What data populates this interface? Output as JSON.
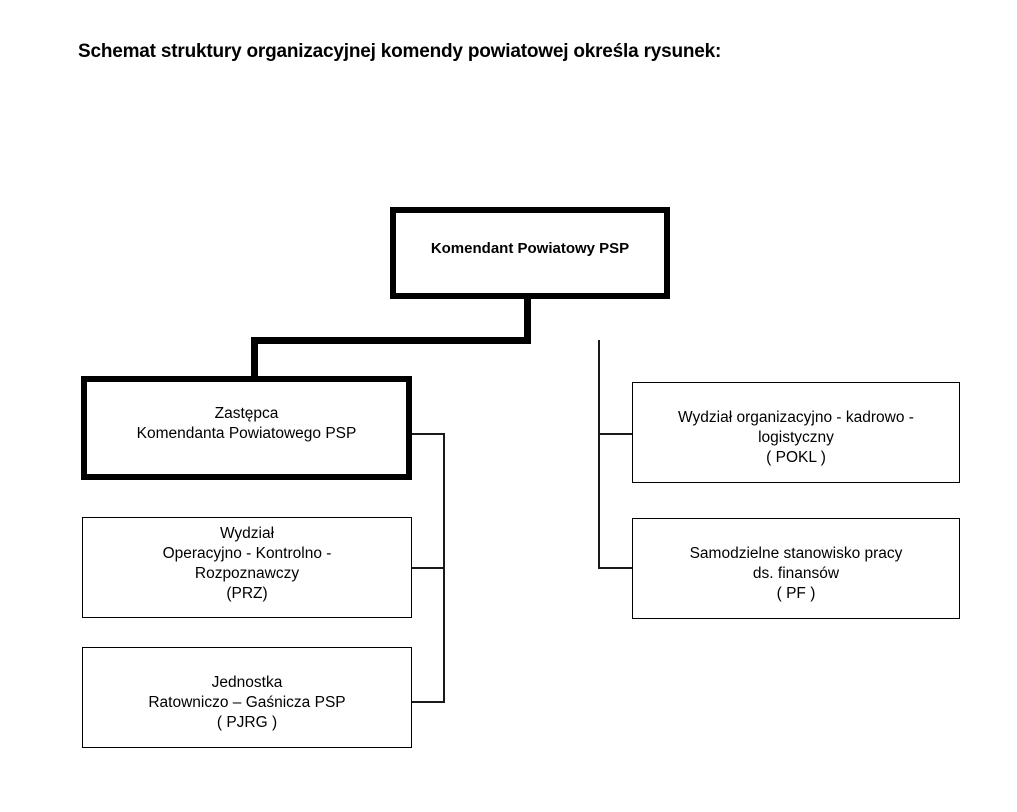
{
  "page": {
    "heading": "Schemat struktury organizacyjnej komendy powiatowej określa rysunek:",
    "background_color": "#ffffff",
    "line_color": "#000000",
    "text_color": "#000000"
  },
  "chart_data": {
    "type": "diagram",
    "diagram_kind": "organizational-chart",
    "title": "Schemat struktury organizacyjnej komendy powiatowej określa rysunek:",
    "nodes": [
      {
        "id": "komendant",
        "label": "Komendant Powiatowy PSP",
        "lines": [
          "Komendant Powiatowy PSP"
        ],
        "level": 0,
        "border": "thick",
        "bold": true
      },
      {
        "id": "zastepca",
        "label": "Zastępca Komendanta Powiatowego PSP",
        "lines": [
          "Zastępca",
          "Komendanta Powiatowego PSP"
        ],
        "level": 1,
        "border": "thick",
        "bold": false
      },
      {
        "id": "pokl",
        "label": "Wydział organizacyjno - kadrowo - logistyczny ( POKL )",
        "lines": [
          "Wydział organizacyjno - kadrowo -",
          "logistyczny",
          "( POKL )"
        ],
        "level": 1,
        "border": "thin",
        "bold": false,
        "abbreviation": "POKL"
      },
      {
        "id": "pf",
        "label": "Samodzielne stanowisko pracy ds. finansów ( PF )",
        "lines": [
          "Samodzielne stanowisko pracy",
          "ds. finansów",
          "( PF )"
        ],
        "level": 1,
        "border": "thin",
        "bold": false,
        "abbreviation": "PF"
      },
      {
        "id": "prz",
        "label": "Wydział Operacyjno - Kontrolno - Rozpoznawczy (PRZ)",
        "lines": [
          "Wydział",
          "Operacyjno - Kontrolno -",
          "Rozpoznawczy",
          "(PRZ)"
        ],
        "level": 2,
        "border": "thin",
        "bold": false,
        "abbreviation": "PRZ"
      },
      {
        "id": "pjrg",
        "label": "Jednostka Ratowniczo – Gaśnicza PSP ( PJRG )",
        "lines": [
          "Jednostka",
          "Ratowniczo – Gaśnicza PSP",
          "( PJRG )"
        ],
        "level": 2,
        "border": "thin",
        "bold": false,
        "abbreviation": "PJRG"
      }
    ],
    "edges": [
      {
        "from": "komendant",
        "to": "zastepca",
        "style": "thick"
      },
      {
        "from": "komendant",
        "to": "pokl",
        "style": "thin"
      },
      {
        "from": "komendant",
        "to": "pf",
        "style": "thin"
      },
      {
        "from": "zastepca",
        "to": "prz",
        "style": "thin"
      },
      {
        "from": "zastepca",
        "to": "pjrg",
        "style": "thin"
      }
    ]
  },
  "nodes": {
    "komendant": {
      "text": "Komendant Powiatowy PSP"
    },
    "zastepca": {
      "text": "Zastępca\nKomendanta Powiatowego PSP"
    },
    "prz": {
      "text": "Wydział\nOperacyjno - Kontrolno -\nRozpoznawczy\n(PRZ)"
    },
    "pjrg": {
      "text": "Jednostka\nRatowniczo – Gaśnicza PSP\n( PJRG )"
    },
    "pokl": {
      "text": "Wydział organizacyjno - kadrowo -\nlogistyczny\n( POKL )"
    },
    "pf": {
      "text": "Samodzielne stanowisko pracy\nds. finansów\n( PF )"
    }
  }
}
